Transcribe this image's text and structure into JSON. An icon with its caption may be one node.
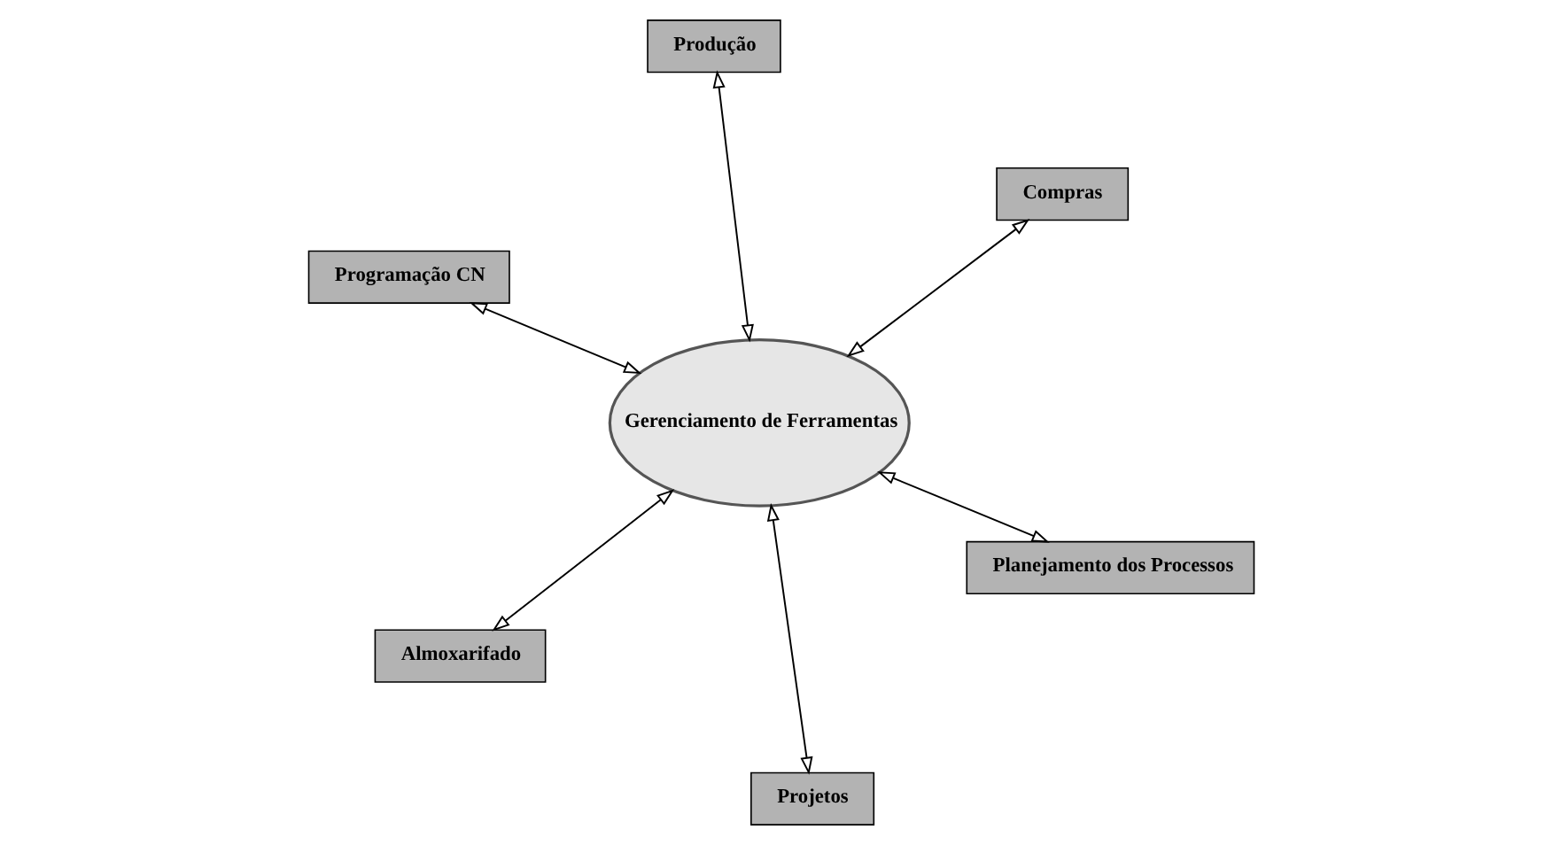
{
  "diagram": {
    "nodes": [
      {
        "text": [
          "Programação CN"
        ]
      },
      {
        "text": [
          "Planejamento dos Processos"
        ]
      },
      {
        "text": [
          "Projetos"
        ]
      },
      {
        "text": [
          "Gerenciamento de Ferramentas"
        ]
      },
      {
        "text": [
          "Compras"
        ]
      },
      {
        "text": [
          "Produção"
        ]
      },
      {
        "text": [
          "Almoxarifado"
        ]
      }
    ],
    "edges": [
      {
        "from": 0,
        "to": 3,
        "arrow": "both"
      },
      {
        "from": 1,
        "to": 3,
        "arrow": "both"
      },
      {
        "from": 2,
        "to": 3,
        "arrow": "both"
      },
      {
        "from": 4,
        "to": 3,
        "arrow": "both"
      },
      {
        "from": 5,
        "to": 3,
        "arrow": "both"
      },
      {
        "from": 6,
        "to": 3,
        "arrow": "both"
      }
    ]
  }
}
